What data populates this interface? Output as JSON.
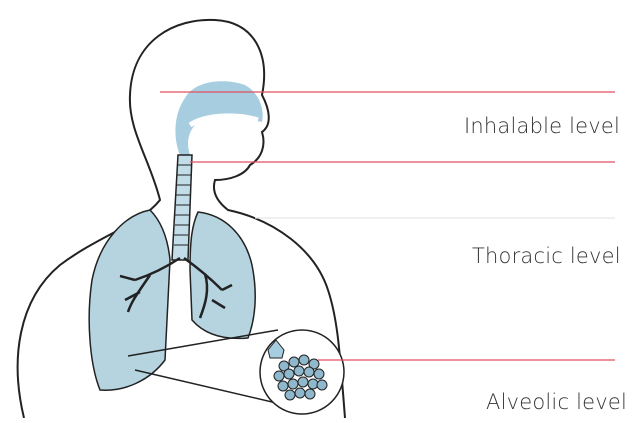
{
  "levels": {
    "inhalable": "Inhalable level",
    "thoracic": "Thoracic level",
    "alveolic": "Alveolic level"
  },
  "colors": {
    "outline": "#222222",
    "airway_fill": "#a7cde0",
    "lung_fill": "#b5d4e0",
    "marker_line": "#e05060",
    "alveoli_fill": "#8fb8cc"
  }
}
